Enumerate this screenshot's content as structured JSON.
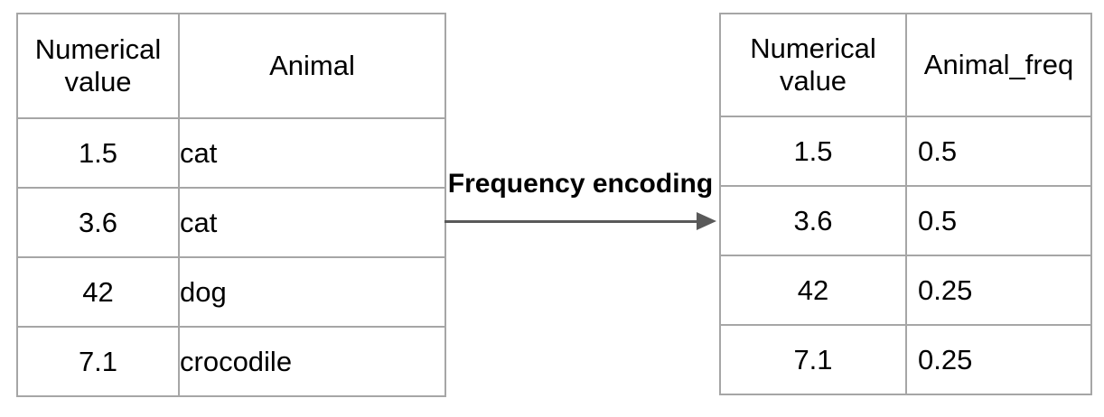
{
  "left_table": {
    "columns": [
      "Numerical value",
      "Animal"
    ],
    "rows": [
      [
        "1.5",
        "cat"
      ],
      [
        "3.6",
        "cat"
      ],
      [
        "42",
        "dog"
      ],
      [
        "7.1",
        "crocodile"
      ]
    ]
  },
  "right_table": {
    "columns": [
      "Numerical value",
      "Animal_freq"
    ],
    "rows": [
      [
        "1.5",
        "0.5"
      ],
      [
        "3.6",
        "0.5"
      ],
      [
        "42",
        "0.25"
      ],
      [
        "7.1",
        "0.25"
      ]
    ]
  },
  "arrow": {
    "label": "Frequency encoding"
  },
  "colors": {
    "table_border": "#a6a6a6",
    "arrow": "#595959",
    "text": "#000000",
    "background": "#ffffff"
  }
}
